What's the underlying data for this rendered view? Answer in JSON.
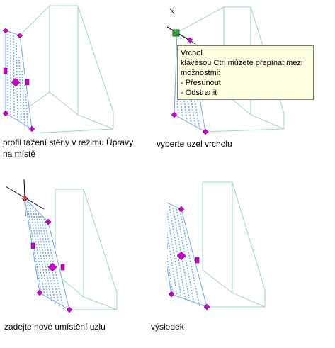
{
  "captions": {
    "step1_line1": "profil tažení stěny v režimu Úpravy",
    "step1_line2": "na místě",
    "step2": "vyberte uzel vrcholu",
    "step3": "zadejte nové umístění uzlu",
    "step4": "výsledek"
  },
  "tooltip": {
    "title": "Vrchol",
    "line1": "klávesou Ctrl můžete přepínat mezi",
    "line2": "možnostmi:",
    "option1": "- Přesunout",
    "option2": "- Odstranit"
  },
  "colors": {
    "wireframe": "#9fd4c8",
    "hatch": "#6fa8e8",
    "grip": "#cc00cc",
    "selected_grip": "#3fa33f",
    "tooltip_bg": "#ffffe1"
  }
}
